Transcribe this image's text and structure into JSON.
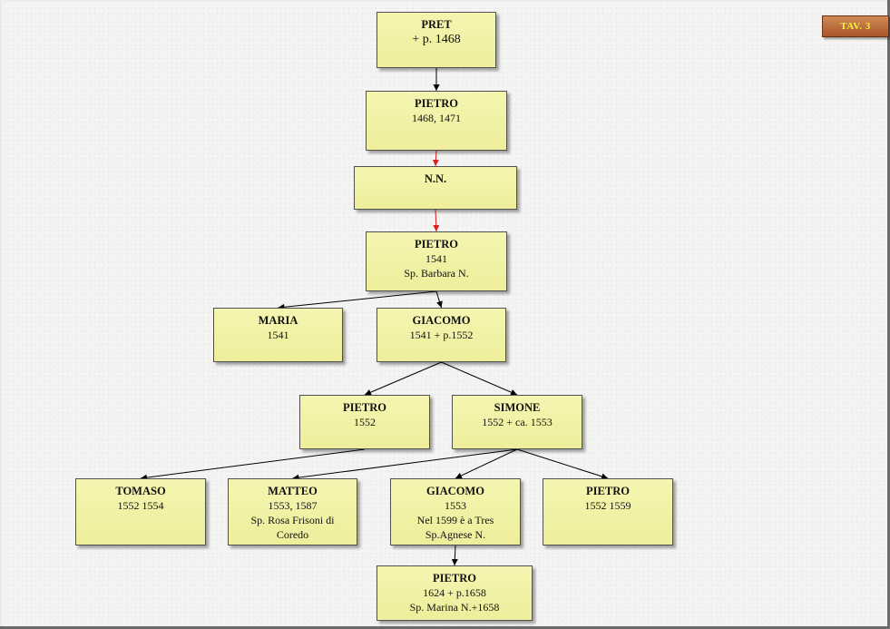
{
  "badge": {
    "label": "TAV. 3"
  },
  "nodes": {
    "pret": {
      "name": "PRET",
      "lines": [
        "+ p. 1468"
      ]
    },
    "pietro1": {
      "name": "PIETRO",
      "lines": [
        "1468, 1471"
      ]
    },
    "nn": {
      "name": "N.N.",
      "lines": []
    },
    "pietro2": {
      "name": "PIETRO",
      "lines": [
        "1541",
        "Sp. Barbara N."
      ]
    },
    "maria": {
      "name": "MARIA",
      "lines": [
        "1541"
      ]
    },
    "giacomo1": {
      "name": "GIACOMO",
      "lines": [
        "1541 + p.1552"
      ]
    },
    "pietro3": {
      "name": "PIETRO",
      "lines": [
        "1552"
      ]
    },
    "simone": {
      "name": "SIMONE",
      "lines": [
        "1552 + ca. 1553"
      ]
    },
    "tomaso": {
      "name": "TOMASO",
      "lines": [
        "1552 1554"
      ]
    },
    "matteo": {
      "name": "MATTEO",
      "lines": [
        "1553, 1587",
        "Sp. Rosa Frisoni di",
        "Coredo"
      ]
    },
    "giacomo2": {
      "name": "GIACOMO",
      "lines": [
        "1553",
        "Nel 1599 è a Tres",
        "Sp.Agnese N."
      ]
    },
    "pietro4": {
      "name": "PIETRO",
      "lines": [
        "1552 1559"
      ]
    },
    "pietro5": {
      "name": "PIETRO",
      "lines": [
        "1624 + p.1658",
        "Sp. Marina N.+1658"
      ]
    }
  },
  "edges": [
    {
      "from": "pret",
      "to": "pietro1",
      "style": "solid"
    },
    {
      "from": "pietro1",
      "to": "nn",
      "style": "uncertain"
    },
    {
      "from": "nn",
      "to": "pietro2",
      "style": "uncertain"
    },
    {
      "from": "pietro2",
      "to": "maria",
      "style": "solid"
    },
    {
      "from": "pietro2",
      "to": "giacomo1",
      "style": "solid"
    },
    {
      "from": "giacomo1",
      "to": "pietro3",
      "style": "solid"
    },
    {
      "from": "giacomo1",
      "to": "simone",
      "style": "solid"
    },
    {
      "from": "pietro3",
      "to": "tomaso",
      "style": "solid"
    },
    {
      "from": "simone",
      "to": "matteo",
      "style": "solid"
    },
    {
      "from": "simone",
      "to": "giacomo2",
      "style": "solid"
    },
    {
      "from": "simone",
      "to": "pietro4",
      "style": "solid"
    },
    {
      "from": "giacomo2",
      "to": "pietro5",
      "style": "solid"
    }
  ],
  "colors": {
    "node_fill": "#f2f2a6",
    "edge": "#000000",
    "uncertain_edge": "#d81e1e",
    "badge_text": "#f6f33a"
  }
}
